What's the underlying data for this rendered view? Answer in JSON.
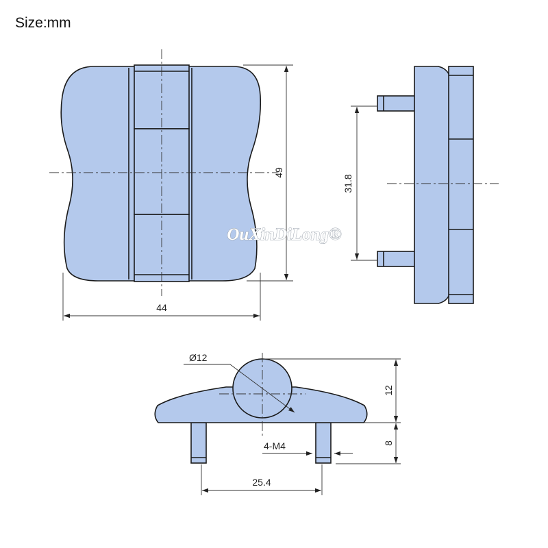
{
  "header": {
    "size_label": "Size:mm"
  },
  "dimensions": {
    "width": "44",
    "height": "49",
    "hole_spacing_side": "31.8",
    "knuckle_diameter": "Ø12",
    "knuckle_height": "12",
    "stud_length": "8",
    "thread_spec": "4-M4",
    "stud_spacing": "25.4"
  },
  "watermark": {
    "text": "OuXinDiLong®"
  },
  "colors": {
    "part_fill": "#b4c9ec",
    "outline": "#1a1a1a"
  }
}
